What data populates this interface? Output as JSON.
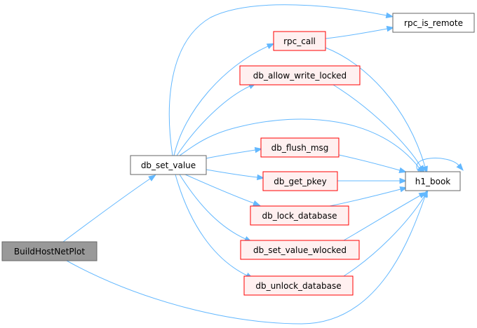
{
  "colors": {
    "edge": "#63b8ff",
    "root_fill": "#999999",
    "root_border": "#666666",
    "normal_fill": "#ffffff",
    "normal_border": "#666666",
    "external_fill": "#fff0f0",
    "external_border": "#ff0000"
  },
  "nodes": {
    "build_host_net_plot": {
      "label": "BuildHostNetPlot",
      "kind": "root"
    },
    "db_set_value": {
      "label": "db_set_value",
      "kind": "normal"
    },
    "rpc_call": {
      "label": "rpc_call",
      "kind": "external"
    },
    "rpc_is_remote": {
      "label": "rpc_is_remote",
      "kind": "normal"
    },
    "db_allow_write_locked": {
      "label": "db_allow_write_locked",
      "kind": "external"
    },
    "db_flush_msg": {
      "label": "db_flush_msg",
      "kind": "external"
    },
    "db_get_pkey": {
      "label": "db_get_pkey",
      "kind": "external"
    },
    "db_lock_database": {
      "label": "db_lock_database",
      "kind": "external"
    },
    "db_set_value_wlocked": {
      "label": "db_set_value_wlocked",
      "kind": "external"
    },
    "db_unlock_database": {
      "label": "db_unlock_database",
      "kind": "external"
    },
    "h1_book": {
      "label": "h1_book",
      "kind": "normal"
    }
  },
  "edges": [
    {
      "from": "build_host_net_plot",
      "to": "db_set_value"
    },
    {
      "from": "build_host_net_plot",
      "to": "h1_book"
    },
    {
      "from": "db_set_value",
      "to": "rpc_is_remote"
    },
    {
      "from": "db_set_value",
      "to": "rpc_call"
    },
    {
      "from": "db_set_value",
      "to": "db_allow_write_locked"
    },
    {
      "from": "db_set_value",
      "to": "h1_book"
    },
    {
      "from": "db_set_value",
      "to": "db_flush_msg"
    },
    {
      "from": "db_set_value",
      "to": "db_get_pkey"
    },
    {
      "from": "db_set_value",
      "to": "db_lock_database"
    },
    {
      "from": "db_set_value",
      "to": "db_set_value_wlocked"
    },
    {
      "from": "db_set_value",
      "to": "db_unlock_database"
    },
    {
      "from": "rpc_call",
      "to": "rpc_is_remote"
    },
    {
      "from": "rpc_call",
      "to": "h1_book"
    },
    {
      "from": "db_allow_write_locked",
      "to": "h1_book"
    },
    {
      "from": "db_flush_msg",
      "to": "h1_book"
    },
    {
      "from": "db_get_pkey",
      "to": "h1_book"
    },
    {
      "from": "db_lock_database",
      "to": "h1_book"
    },
    {
      "from": "db_set_value_wlocked",
      "to": "h1_book"
    },
    {
      "from": "db_unlock_database",
      "to": "h1_book"
    },
    {
      "from": "h1_book",
      "to": "h1_book"
    }
  ]
}
